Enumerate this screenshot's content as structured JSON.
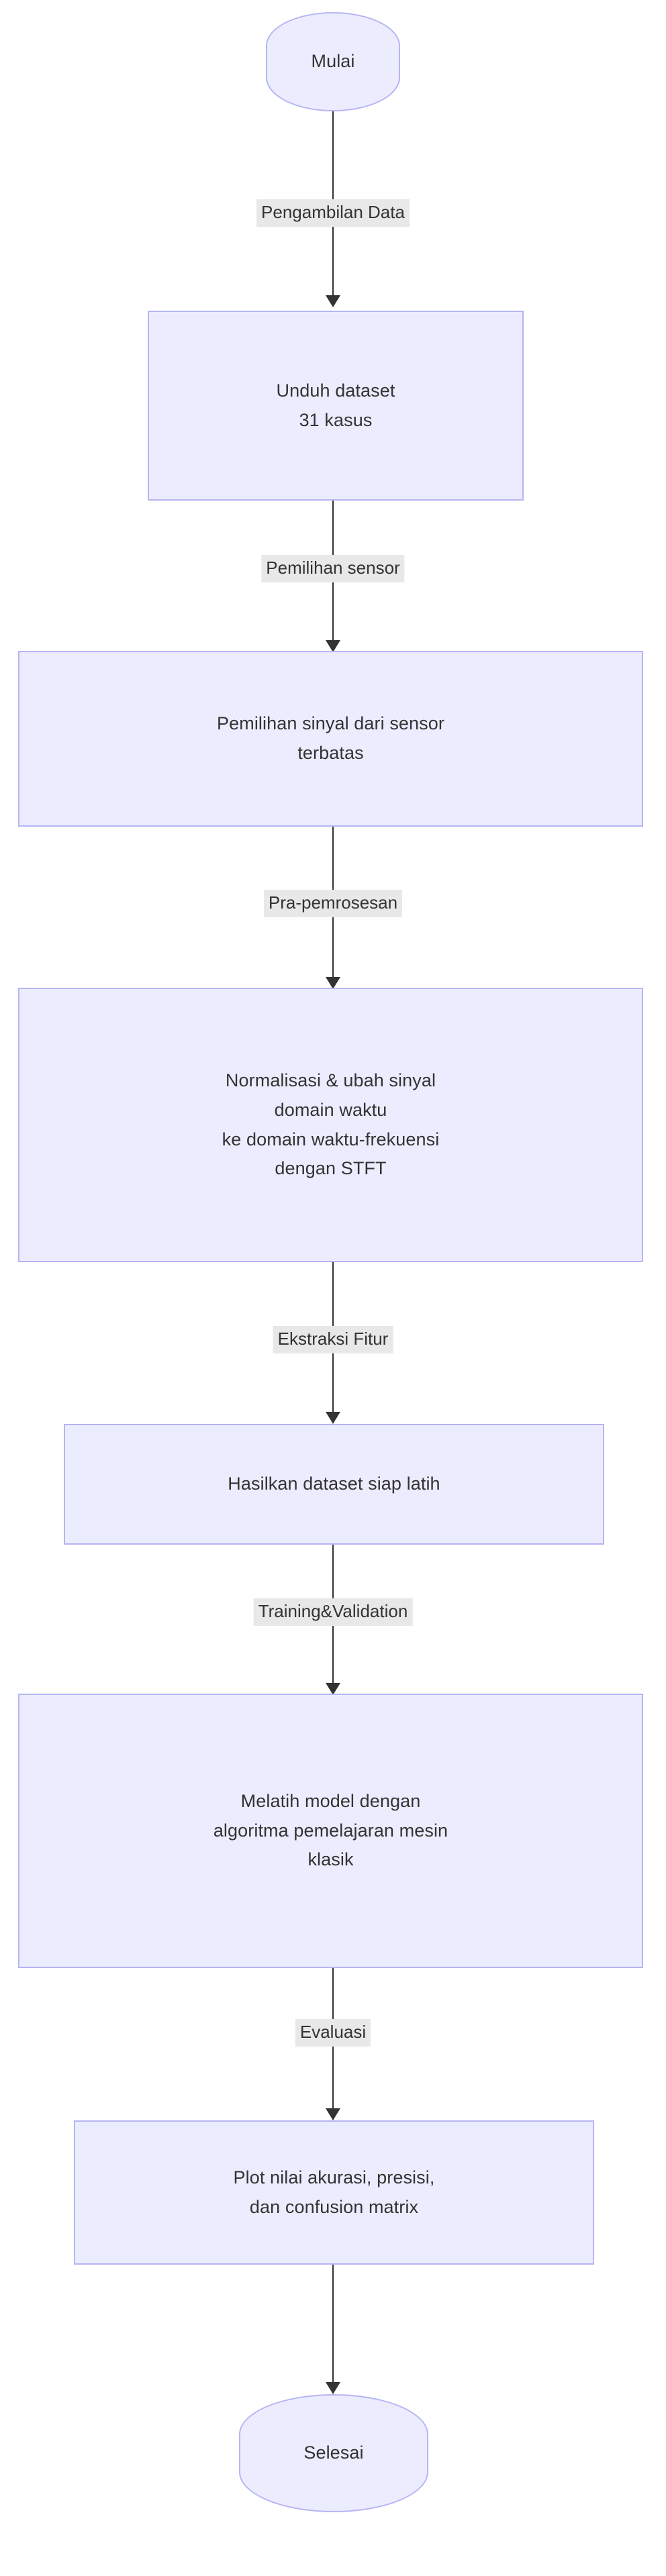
{
  "diagram": {
    "kind": "flowchart",
    "direction": "top-to-bottom",
    "colors": {
      "node_fill": "#ececff",
      "node_border": "#b5b5f5",
      "node_text": "#333333",
      "edge_stroke": "#333333",
      "edge_label_background": "#e8e8e8",
      "edge_label_text": "#333333",
      "canvas_background": "#ffffff"
    },
    "nodes": [
      {
        "id": "start",
        "shape": "stadium",
        "label": "Mulai"
      },
      {
        "id": "download",
        "shape": "rectangle",
        "label": "Unduh dataset\n31 kasus"
      },
      {
        "id": "sensor",
        "shape": "rectangle",
        "label": "Pemilihan sinyal dari sensor\nterbatas"
      },
      {
        "id": "preprocess",
        "shape": "rectangle",
        "label": "Normalisasi & ubah sinyal\ndomain waktu\nke domain waktu-frekuensi\ndengan STFT"
      },
      {
        "id": "dataset",
        "shape": "rectangle",
        "label": "Hasilkan dataset siap latih"
      },
      {
        "id": "train",
        "shape": "rectangle",
        "label": "Melatih model dengan\nalgoritma pemelajaran mesin\nklasik"
      },
      {
        "id": "evaluate",
        "shape": "rectangle",
        "label": "Plot nilai akurasi, presisi,\ndan confusion matrix"
      },
      {
        "id": "end",
        "shape": "stadium",
        "label": "Selesai"
      }
    ],
    "edges": [
      {
        "from": "start",
        "to": "download",
        "label": "Pengambilan Data"
      },
      {
        "from": "download",
        "to": "sensor",
        "label": "Pemilihan sensor"
      },
      {
        "from": "sensor",
        "to": "preprocess",
        "label": "Pra-pemrosesan"
      },
      {
        "from": "preprocess",
        "to": "dataset",
        "label": "Ekstraksi Fitur"
      },
      {
        "from": "dataset",
        "to": "train",
        "label": "Training&Validation"
      },
      {
        "from": "train",
        "to": "evaluate",
        "label": "Evaluasi"
      },
      {
        "from": "evaluate",
        "to": "end",
        "label": ""
      }
    ]
  }
}
